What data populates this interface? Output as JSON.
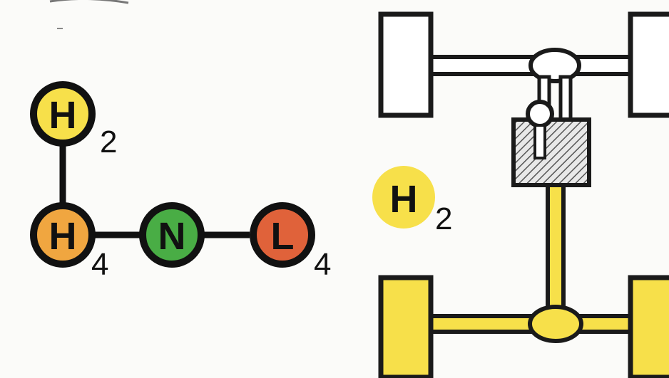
{
  "shift_pattern": {
    "positions": [
      {
        "id": "h2",
        "letter": "H",
        "subscript": "2",
        "color": "#f7e04a"
      },
      {
        "id": "h4",
        "letter": "H",
        "subscript": "4",
        "color": "#f0a640"
      },
      {
        "id": "n",
        "letter": "N",
        "subscript": "",
        "color": "#49ad45"
      },
      {
        "id": "l4",
        "letter": "L",
        "subscript": "4",
        "color": "#e0623a"
      }
    ]
  },
  "drivetrain": {
    "mode_label": {
      "letter": "H",
      "subscript": "2"
    },
    "driven_color": "#f7e04a",
    "idle_color": "#ffffff",
    "outline_color": "#1a1a1a",
    "transfer_case_color": "#9a9a9a"
  }
}
